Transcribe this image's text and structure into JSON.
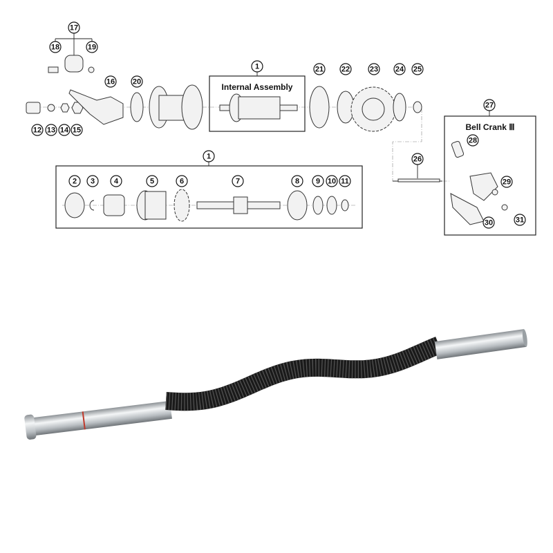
{
  "diagram": {
    "internal_assembly_title": "Internal Assembly",
    "bell_crank_title": "Bell Crank Ⅲ",
    "callouts_top": [
      "17",
      "18",
      "19",
      "16",
      "20",
      "12",
      "13",
      "14",
      "15",
      "1",
      "21",
      "22",
      "23",
      "24",
      "25",
      "27",
      "28",
      "29",
      "30",
      "31",
      "26"
    ],
    "callouts_bottom": [
      "1",
      "2",
      "3",
      "4",
      "5",
      "6",
      "7",
      "8",
      "9",
      "10",
      "11"
    ]
  },
  "photo": {
    "subject": "connecting-rod-with-spring",
    "colors": {
      "tube": "#c8ccd0",
      "spring": "#1a1a1a",
      "ring": "#c0392b"
    }
  }
}
